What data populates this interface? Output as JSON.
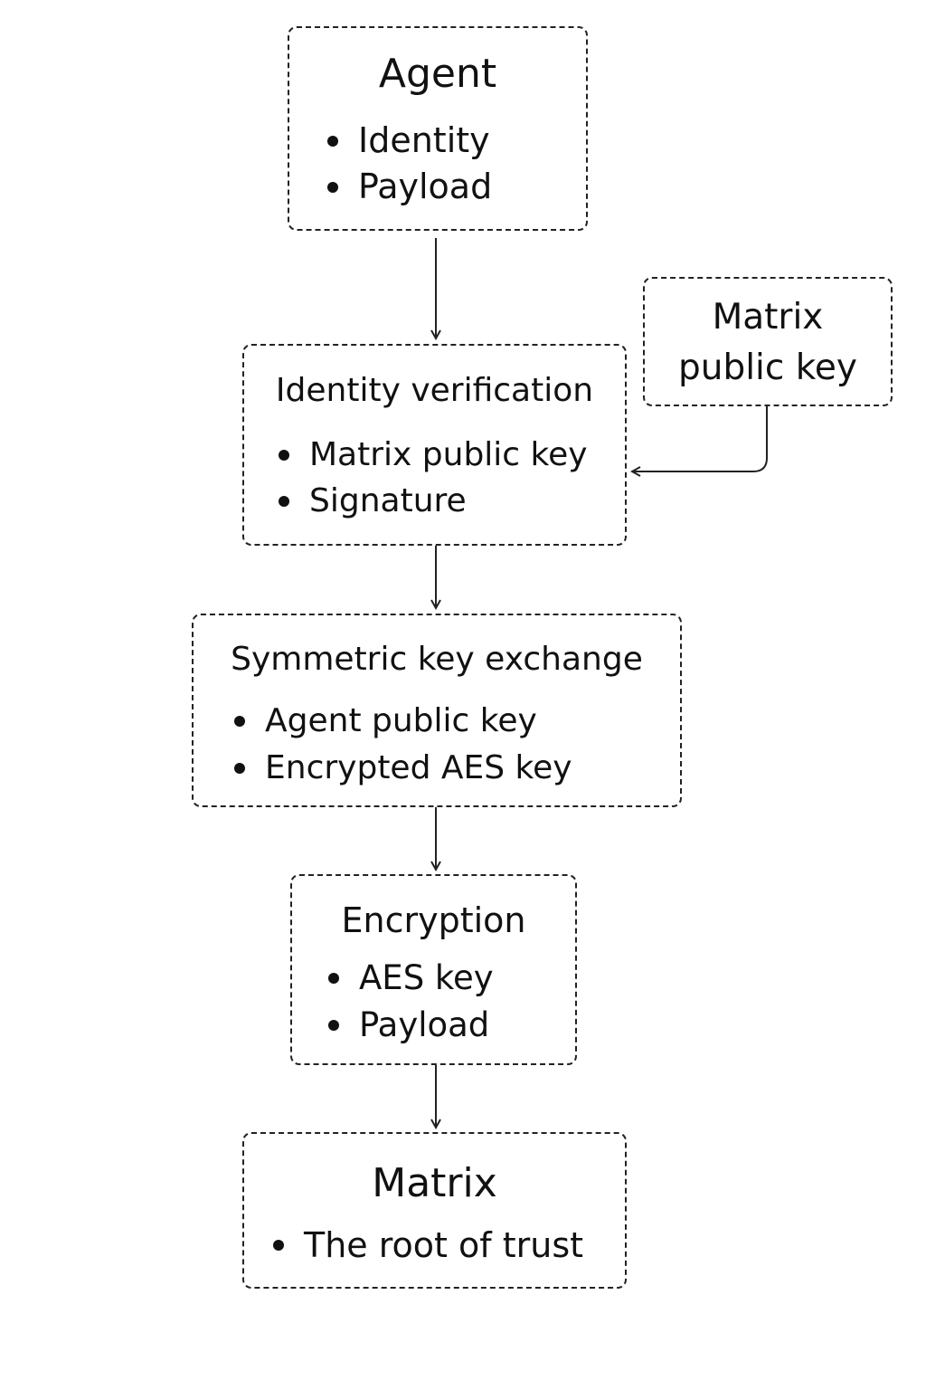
{
  "nodes": {
    "agent": {
      "title": "Agent",
      "items": [
        "Identity",
        "Payload"
      ]
    },
    "matrix_public_key": {
      "title_line1": "Matrix",
      "title_line2": "public key"
    },
    "identity_verification": {
      "title": "Identity verification",
      "items": [
        "Matrix public key",
        "Signature"
      ]
    },
    "symmetric_key_exchange": {
      "title": "Symmetric key exchange",
      "items": [
        "Agent public key",
        "Encrypted AES key"
      ]
    },
    "encryption": {
      "title": "Encryption",
      "items": [
        "AES key",
        "Payload"
      ]
    },
    "matrix": {
      "title": "Matrix",
      "items": [
        "The root of trust"
      ]
    }
  },
  "edges": [
    {
      "from": "Agent",
      "to": "Identity verification"
    },
    {
      "from": "Matrix public key",
      "to": "Identity verification"
    },
    {
      "from": "Identity verification",
      "to": "Symmetric key exchange"
    },
    {
      "from": "Symmetric key exchange",
      "to": "Encryption"
    },
    {
      "from": "Encryption",
      "to": "Matrix"
    }
  ],
  "colors": {
    "stroke": "#222222",
    "text": "#111111",
    "background": "#ffffff"
  }
}
